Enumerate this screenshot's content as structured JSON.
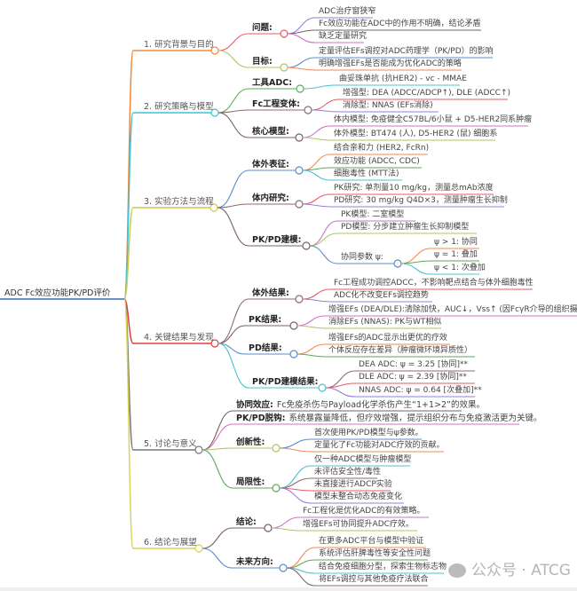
{
  "root": {
    "label": "ADC Fc效应功能PK/PD评价",
    "children": [
      {
        "label": "1. 研究背景与目的",
        "children": [
          {
            "label": "问题:",
            "children": [
              {
                "label": "ADC治疗窗狭窄"
              },
              {
                "label": "Fc效应功能在ADC中的作用不明确，结论矛盾"
              },
              {
                "label": "缺乏定量研究"
              }
            ]
          },
          {
            "label": "目标:",
            "children": [
              {
                "label": "定量评估EFs调控对ADC药理学（PK/PD）的影响"
              },
              {
                "label": "明确增强EFs是否能成为优化ADC的策略"
              }
            ]
          }
        ]
      },
      {
        "label": "2. 研究策略与模型",
        "children": [
          {
            "label": "工具ADC:",
            "children": [
              {
                "label": "曲妥珠单抗 (抗HER2) - vc - MMAE"
              }
            ]
          },
          {
            "label": "Fc工程变体:",
            "children": [
              {
                "label": "增强型:   DEA (ADCC/ADCP↑), DLE (ADCC↑)"
              },
              {
                "label": "消除型:   NNAS (EFs消除)"
              }
            ]
          },
          {
            "label": "核心模型:",
            "children": [
              {
                "label": "体内模型:   免疫健全C57BL/6小鼠 + D5-HER2同系肿瘤"
              },
              {
                "label": "体外模型:   BT474 (人), D5-HER2 (鼠) 细胞系"
              }
            ]
          }
        ]
      },
      {
        "label": "3. 实验方法与流程",
        "children": [
          {
            "label": "体外表征:",
            "children": [
              {
                "label": "结合亲和力 (HER2, FcRn)"
              },
              {
                "label": "效应功能 (ADCC, CDC)"
              },
              {
                "label": "细胞毒性 (MTT法)"
              }
            ]
          },
          {
            "label": "体内研究:",
            "children": [
              {
                "label": "PK研究:   单剂量10 mg/kg，测量总mAb浓度"
              },
              {
                "label": "PD研究:   30 mg/kg Q4D×3，测量肿瘤生长抑制"
              }
            ]
          },
          {
            "label": "PK/PD建模:",
            "children": [
              {
                "label": "PK模型:   二室模型"
              },
              {
                "label": "PD模型:   分步建立肿瘤生长抑制模型"
              },
              {
                "label": "协同参数 ψ:",
                "children": [
                  {
                    "label": "ψ > 1: 协同"
                  },
                  {
                    "label": "ψ = 1: 叠加"
                  },
                  {
                    "label": "ψ < 1: 次叠加"
                  }
                ]
              }
            ]
          }
        ]
      },
      {
        "label": "4. 关键结果与发现",
        "children": [
          {
            "label": "体外结果:",
            "children": [
              {
                "label": "Fc工程成功调控ADCC，不影响靶点结合与体外细胞毒性"
              },
              {
                "label": "ADC化不改变EFs调控趋势"
              }
            ]
          },
          {
            "label": "PK结果:",
            "children": [
              {
                "label": "增强EFs (DEA/DLE):清除加快，AUC↓，Vss↑ (因FcγR介导的组织摄取)"
              },
              {
                "label": "消除EFs (NNAS): PK与WT相似"
              }
            ]
          },
          {
            "label": "PD结果:",
            "children": [
              {
                "label": "增强EFs的ADC显示出更优的疗效"
              },
              {
                "label": "个体反应存在差异（肿瘤微环境异质性）"
              }
            ]
          },
          {
            "label": "PK/PD建模结果:",
            "children": [
              {
                "label": "DEA ADC: ψ = 3.25 [协同]**"
              },
              {
                "label": "DLE ADC: ψ = 2.39 [协同]**"
              },
              {
                "label": "NNAS ADC: ψ = 0.64 [次叠加]**"
              }
            ]
          }
        ]
      },
      {
        "label": "5. 讨论与意义",
        "children": [
          {
            "label": "协同效应:",
            "text": "Fc免疫杀伤与Payload化学杀伤产生“1+1>2”的效果。"
          },
          {
            "label": "PK/PD脱钩:",
            "text": "系统暴露量降低，但疗效增强，提示组织分布与免疫激活更为关键。"
          },
          {
            "label": "创新性:",
            "children": [
              {
                "label": "首次使用PK/PD模型与ψ参数。"
              },
              {
                "label": "定量化了Fc功能对ADC疗效的贡献。"
              }
            ]
          },
          {
            "label": "局限性:",
            "children": [
              {
                "label": "仅一种ADC模型与肿瘤模型"
              },
              {
                "label": "未评估安全性/毒性"
              },
              {
                "label": "未直接进行ADCP实验"
              },
              {
                "label": "模型未整合动态免疫变化"
              }
            ]
          }
        ]
      },
      {
        "label": "6. 结论与展望",
        "children": [
          {
            "label": "结论:",
            "children": [
              {
                "label": "Fc工程化是优化ADC的有效策略。"
              },
              {
                "label": "增强EFs可协同提升ADC疗效。"
              }
            ]
          },
          {
            "label": "未来方向:",
            "children": [
              {
                "label": "在更多ADC平台与模型中验证"
              },
              {
                "label": "系统评估肝脾毒性等安全性问题"
              },
              {
                "label": "结合免疫细胞分型，探索生物标志物"
              },
              {
                "label": "将EFs调控与其他免疫疗法联合"
              }
            ]
          }
        ]
      }
    ]
  },
  "watermark": "公众号 · ATCG",
  "colors": {
    "branches": [
      "#f0883a",
      "#3ec3d4",
      "#c9cc4e",
      "#e0403c",
      "#777777",
      "#d9d455"
    ],
    "palette": [
      "#e85a6a",
      "#9a7ed6",
      "#7a6060",
      "#d070c8",
      "#a8c860",
      "#5a8ccc",
      "#f08a50",
      "#5aaa5a",
      "#4cc0d0",
      "#8a6c6c"
    ],
    "root_line": "#3a6ab8"
  }
}
